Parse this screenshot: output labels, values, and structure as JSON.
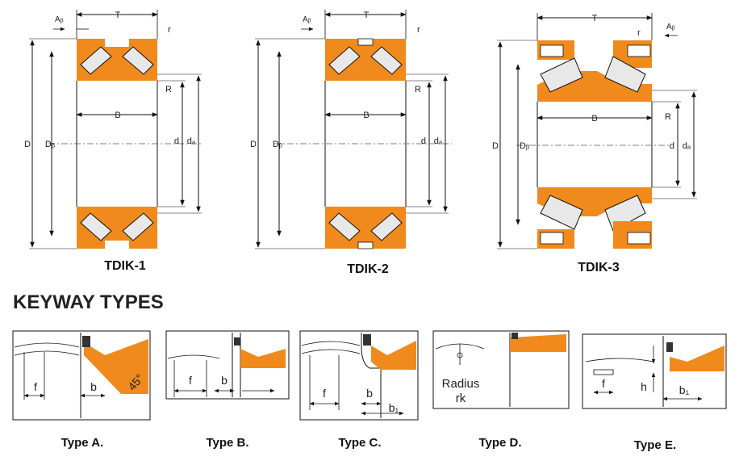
{
  "colors": {
    "bearing": "#f08a1c",
    "line": "#111111",
    "dash": "#555555",
    "roller": "#e8e8e8"
  },
  "labels": {
    "T": "T",
    "Ab": "Aᵦ",
    "r": "r",
    "R": "R",
    "B": "B",
    "D": "D",
    "Db": "Dᵦ",
    "d": "d",
    "da": "dₐ"
  },
  "bearings": [
    {
      "caption": "TDIK-1"
    },
    {
      "caption": "TDIK-2"
    },
    {
      "caption": "TDIK-3"
    }
  ],
  "keyway_heading": "KEYWAY TYPES",
  "keyways": [
    {
      "caption": "Type A.",
      "f": "f",
      "b": "b",
      "angle": "45°"
    },
    {
      "caption": "Type B.",
      "f": "f",
      "b": "b"
    },
    {
      "caption": "Type C.",
      "f": "f",
      "b": "b",
      "b1": "b₁"
    },
    {
      "caption": "Type D.",
      "radius_line1": "Radius",
      "radius_line2": "rk"
    },
    {
      "caption": "Type E.",
      "f": "f",
      "h": "h",
      "b1": "b₁"
    }
  ]
}
